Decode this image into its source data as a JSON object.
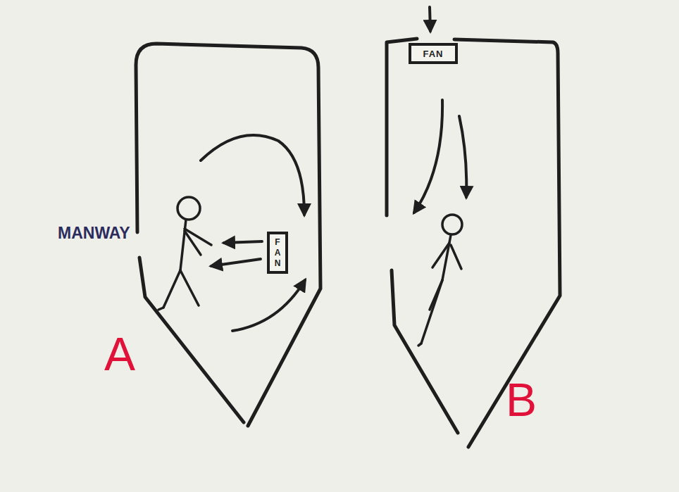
{
  "diagram": {
    "nodes": [
      {
        "text": [
          "FAN"
        ]
      },
      {
        "text": [
          "FAN"
        ]
      }
    ],
    "labels": [
      "MANWAY",
      "A",
      "B"
    ]
  }
}
